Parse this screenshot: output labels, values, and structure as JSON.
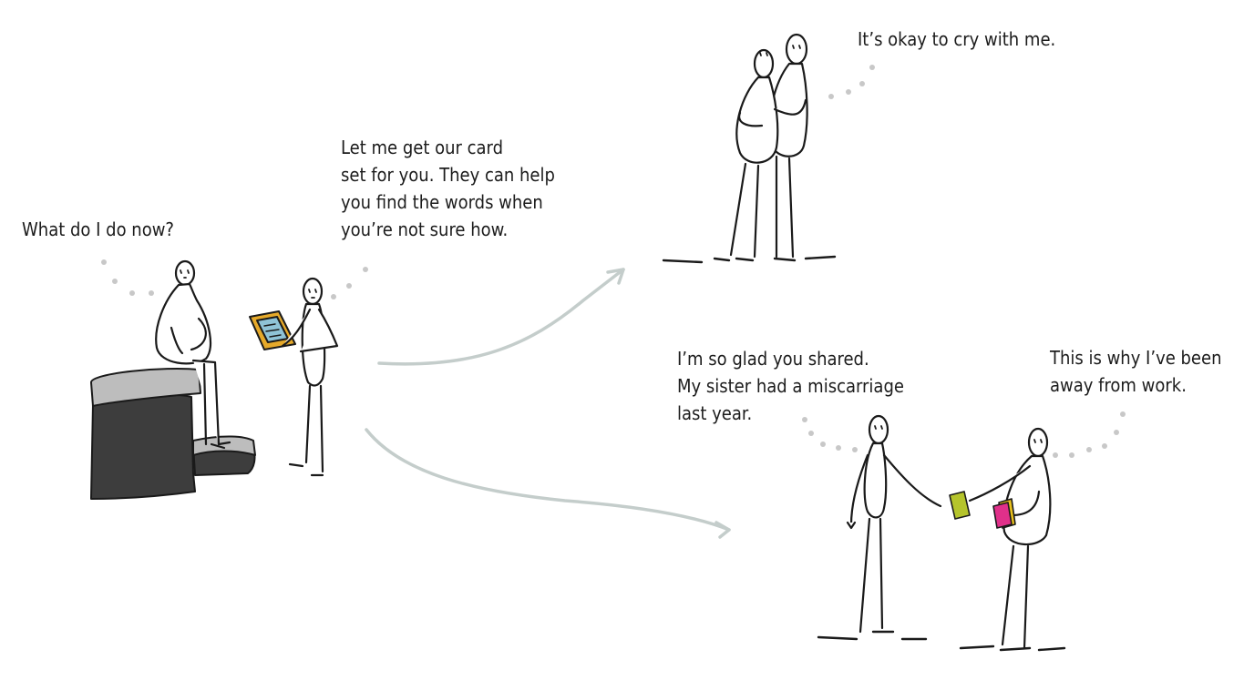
{
  "scene": {
    "colors": {
      "line": "#1a1a1a",
      "arrow": "#c4cdcb",
      "dots": "#c8c8c8",
      "seat_dark": "#3d3d3d",
      "seat_light": "#bdbdbd",
      "tablet_frame": "#e5a92a",
      "tablet_screen": "#8fc3d6",
      "card_green": "#b5c42c",
      "card_pink": "#e0308a",
      "card_yellow": "#e9c11d"
    },
    "captions": {
      "patient": [
        "What do I do now?"
      ],
      "nurse": [
        "Let me get our card",
        "set for you. They can help",
        "you find the words when",
        "you’re not sure how."
      ],
      "hug": [
        "It’s okay to cry with me."
      ],
      "friend": [
        "I’m so glad you shared.",
        "My sister had a miscarriage",
        "last year."
      ],
      "coworker": [
        "This is why I’ve been",
        "away from work."
      ]
    }
  }
}
